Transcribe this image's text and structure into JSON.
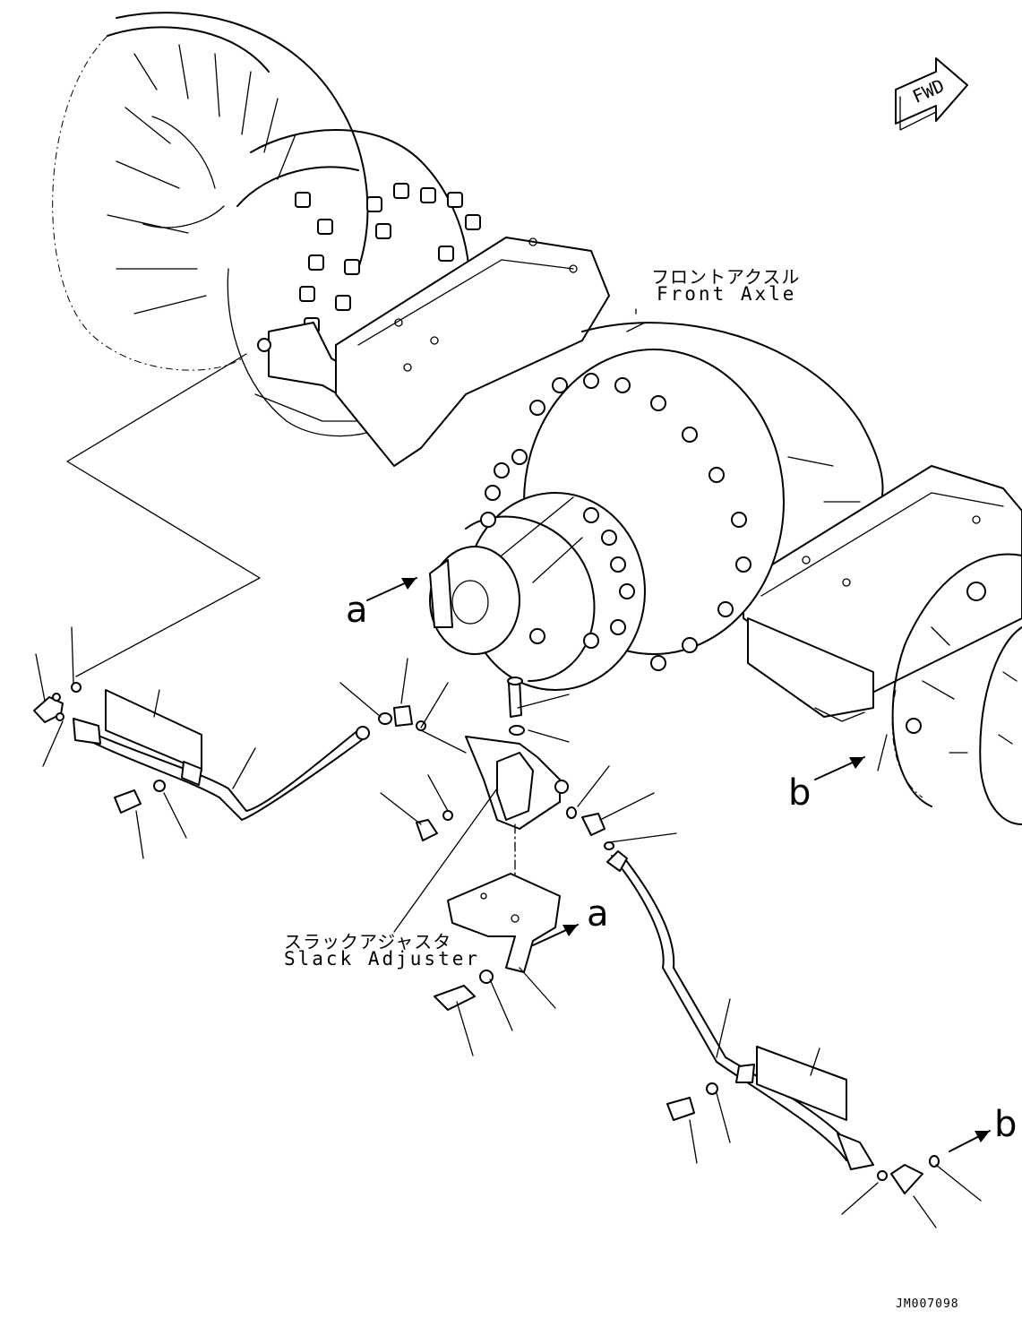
{
  "labels": {
    "front_axle_jp": "フロントアクスル",
    "front_axle_en": "Front Axle",
    "slack_adjuster_jp": "スラックアジャスタ",
    "slack_adjuster_en": "Slack Adjuster",
    "fwd": "FWD",
    "ref_a_upper": "a",
    "ref_a_lower": "a",
    "ref_b_upper": "b",
    "ref_b_lower": "b",
    "drawing_code": "JM007098"
  }
}
